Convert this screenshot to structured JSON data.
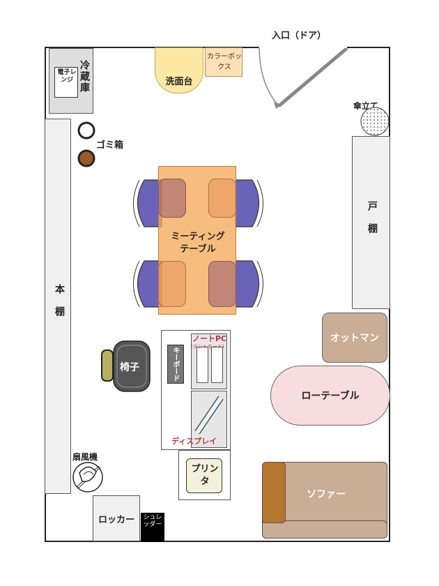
{
  "entrance": {
    "label": "入口（ドア）"
  },
  "fridge": {
    "label": "冷蔵庫"
  },
  "microwave": {
    "label": "電子レンジ"
  },
  "sink": {
    "label": "洗面台"
  },
  "color_box": {
    "label": "カラーボックス"
  },
  "umbrella_stand": {
    "label": "傘立て"
  },
  "trash": {
    "label": "ゴミ箱"
  },
  "bookshelf": {
    "label": "本棚"
  },
  "cabinet": {
    "label": "戸棚"
  },
  "meeting_table": {
    "label_line1": "ミーティング",
    "label_line2": "テーブル"
  },
  "chair": {
    "label": "椅子"
  },
  "keyboard": {
    "label": "キーボード"
  },
  "laptop": {
    "label": "ノートPC",
    "sub_label": "(テントモード)"
  },
  "display": {
    "label": "ディスプレイ"
  },
  "printer": {
    "label": "プリンタ"
  },
  "ottoman": {
    "label": "オットマン"
  },
  "low_table": {
    "label": "ローテーブル"
  },
  "sofa": {
    "label": "ソファー"
  },
  "fan": {
    "label": "扇風機"
  },
  "locker": {
    "label": "ロッカー"
  },
  "shredder": {
    "label": "シュレッダー"
  },
  "colors": {
    "table": "#f5b878",
    "chair": "#6a63b8",
    "sink": "#fde9a3",
    "color_box": "#fde0b4",
    "ottoman": "#c9ad94",
    "low_table": "#f7dde0",
    "sofa": "#c9ad94",
    "sofa_arm": "#b5762e",
    "trash_brown": "#9a5a23"
  }
}
